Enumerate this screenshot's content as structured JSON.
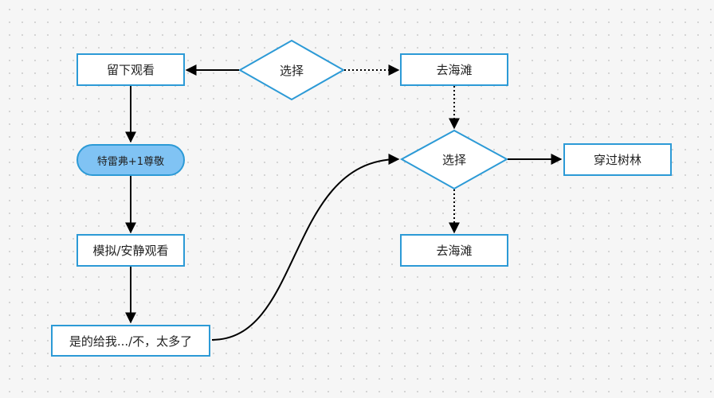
{
  "nodes": {
    "stay_watch": "留下观看",
    "choice_top": "选择",
    "beach_top": "去海滩",
    "trevor": "特雷弗+1尊敬",
    "choice_mid": "选择",
    "through_woods": "穿过树林",
    "mimic_watch": "模拟/安静观看",
    "beach_bottom": "去海滩",
    "yes_no": "是的给我.../不，太多了"
  },
  "colors": {
    "border": "#2c9ad6",
    "pill_fill": "#80c3f4",
    "arrow": "#000000"
  }
}
